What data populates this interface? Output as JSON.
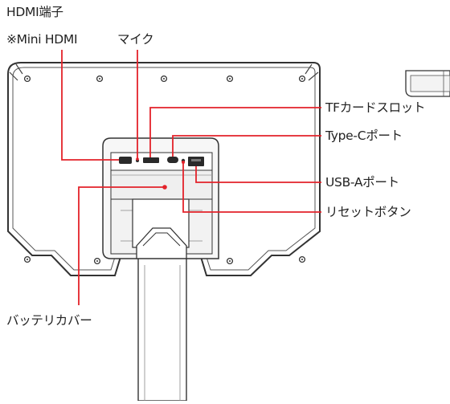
{
  "labels": {
    "hdmi_port": "HDMI端子",
    "mini_hdmi_note": "※Mini HDMI",
    "microphone": "マイク",
    "tf_card_slot": "TFカードスロット",
    "type_c_port": "Type-Cポート",
    "usb_a_port": "USB-Aポート",
    "reset_button": "リセットボタン",
    "battery_cover": "バッテリカバー"
  },
  "colors": {
    "callout": "#e3222a",
    "outline": "#333333",
    "body_fill": "#ffffff",
    "panel_fill": "#f2f2f2",
    "port_dark": "#2a2a2a"
  }
}
